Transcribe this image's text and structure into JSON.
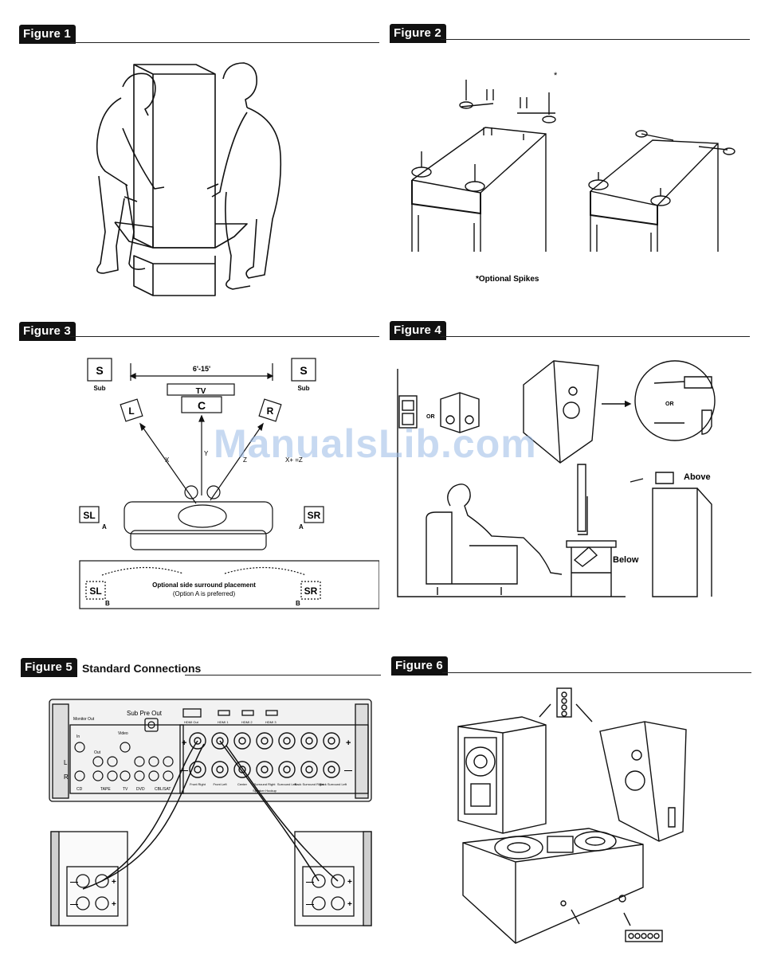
{
  "figures": [
    {
      "label": "Figure 1"
    },
    {
      "label": "Figure 2",
      "footnote": "*Optional Spikes",
      "asterisk": "*"
    },
    {
      "label": "Figure 3",
      "sub_left": "S",
      "sub_right": "S",
      "sub_text": "Sub",
      "distance": "6'-15'",
      "tv": "TV",
      "center": "C",
      "left": "L",
      "right": "R",
      "x": "X",
      "y": "Y",
      "z": "Z",
      "formula": "X+ =Z",
      "sl_a": "SL",
      "sr_a": "SR",
      "a": "A",
      "sl_b": "SL",
      "sr_b": "SR",
      "b": "B",
      "optional_title": "Optional side surround placement",
      "optional_note": "(Option A is preferred)"
    },
    {
      "label": "Figure 4",
      "or1": "OR",
      "or2": "OR",
      "above": "Above",
      "below": "Below"
    },
    {
      "label": "Figure 5",
      "title": "Standard Connections",
      "sub_pre_out": "Sub Pre Out",
      "monitor_out": "Monitor Out",
      "video": "Video",
      "in": "In",
      "out": "Out",
      "row_l": "L",
      "row_r": "R",
      "cd": "CD",
      "tape": "TAPE",
      "tv": "TV",
      "dvd": "DVD",
      "cbl_sat": "CBL/SAT",
      "hdmi_out": "HDMI Out",
      "hdmi1": "HDMI 1",
      "hdmi2": "HDMI 2",
      "hdmi3": "HDMI 3",
      "plus": "+",
      "minus": "—",
      "terminals": [
        "Front Right",
        "Front Left",
        "Center",
        "Surround Right",
        "Surround Left",
        "Back Surround Right",
        "Back Surround Left"
      ],
      "speaker_hookup": "Speaker Hookup"
    },
    {
      "label": "Figure 6"
    }
  ],
  "watermark": "ManualsLib.com"
}
